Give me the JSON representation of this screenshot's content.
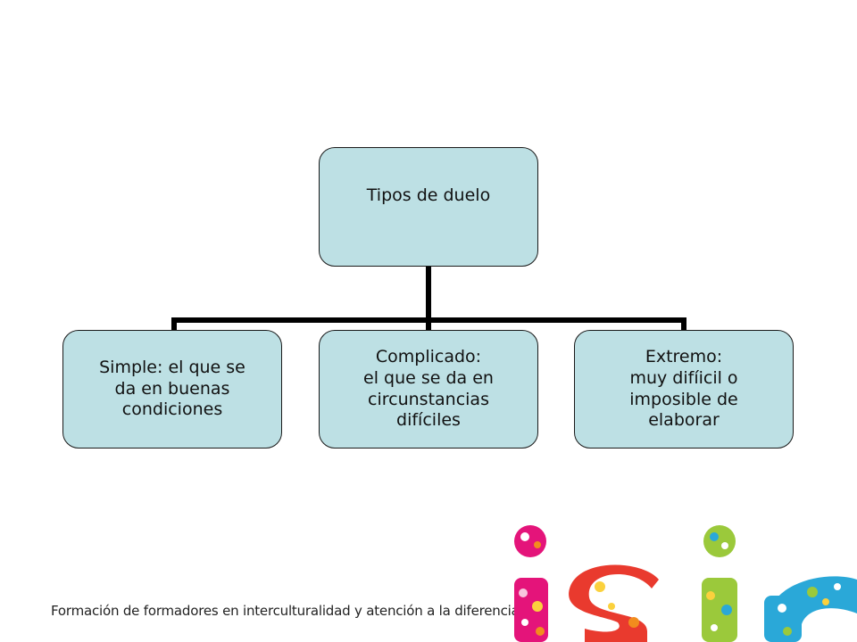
{
  "diagram": {
    "root": {
      "label": "Tipos de duelo"
    },
    "children": [
      {
        "label": "Simple: el que se\nda en buenas\ncondiciones"
      },
      {
        "label": "Complicado:\nel que se da en\ncircunstancias\ndifíciles"
      },
      {
        "label": "Extremo:\nmuy difíicil o\nimposible de\nelaborar"
      }
    ]
  },
  "footer": {
    "text": "Formación de formadores en interculturalidad y atención a la diferencia"
  },
  "logo": {
    "text": "isir"
  },
  "colors": {
    "node_fill": "#bde0e4",
    "connector": "#000000"
  }
}
